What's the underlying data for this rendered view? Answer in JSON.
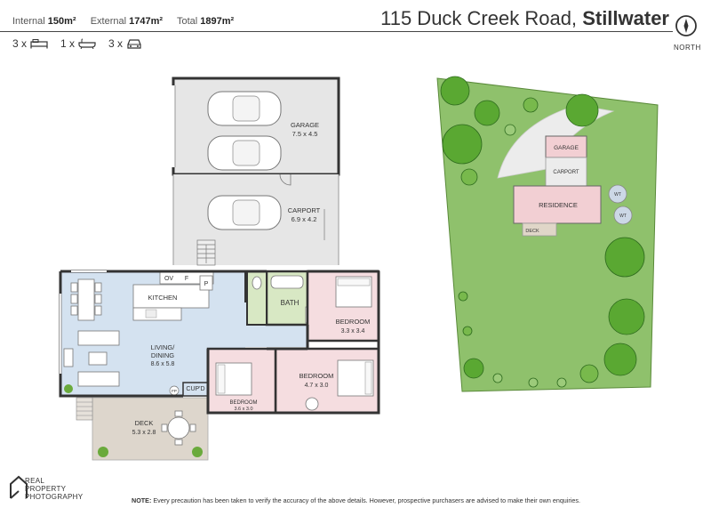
{
  "header": {
    "internal_label": "Internal",
    "internal_value": "150m²",
    "external_label": "External",
    "external_value": "1747m²",
    "total_label": "Total",
    "total_value": "1897m²",
    "bed_count": "3 x",
    "bath_count": "1 x",
    "car_count": "3 x",
    "address_street": "115 Duck Creek Road,",
    "address_suburb": "Stillwater",
    "compass_label": "NORTH"
  },
  "floorplan": {
    "garage_name": "GARAGE",
    "garage_size": "7.5 x 4.5",
    "carport_name": "CARPORT",
    "carport_size": "6.9 x 4.2",
    "kitchen_name": "KITCHEN",
    "oven_label": "OV",
    "fridge_label": "F",
    "pantry_label": "P",
    "bath_name": "BATH",
    "living_name_1": "LIVING/",
    "living_name_2": "DINING",
    "living_size": "8.6 x 5.8",
    "bed1_name": "BEDROOM",
    "bed1_size": "3.3 x 3.4",
    "bed2_name": "BEDROOM",
    "bed2_size": "4.7 x 3.0",
    "bed3_name": "BEDROOM",
    "bed3_size": "3.6 x 3.0",
    "cupd_name": "CUP'D",
    "fp_label": "FP",
    "deck_name": "DECK",
    "deck_size": "5.3 x 2.8"
  },
  "siteplan": {
    "garage": "GARAGE",
    "carport": "CARPORT",
    "residence": "RESIDENCE",
    "deck": "DECK",
    "wt1": "WT",
    "wt2": "WT"
  },
  "footer": {
    "logo_line1": "REAL",
    "logo_line2": "PROPERTY",
    "logo_line3": "PHOTOGRAPHY",
    "note_label": "NOTE:",
    "note_text": "Every precaution has been taken to verify the accuracy of the above details. However, prospective purchasers are advised to make their own enquiries."
  },
  "colors": {
    "lawn": "#8fc16c",
    "driveway": "#e8e8e8",
    "living": "#d4e2f0",
    "bedroom": "#f5dde0",
    "bath": "#d8e8c4",
    "garage": "#e6e6e6",
    "deck": "#ddd6cc",
    "residence": "#f2cfd3"
  }
}
